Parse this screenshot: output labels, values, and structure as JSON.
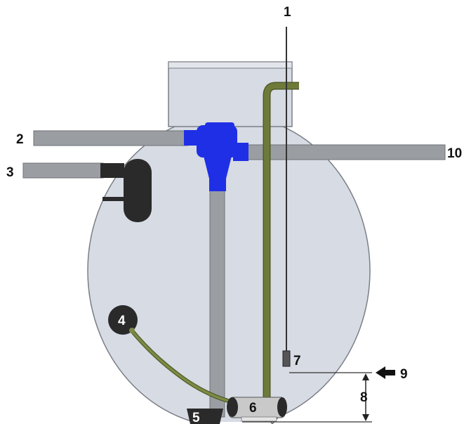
{
  "callouts": {
    "n1": "1",
    "n2": "2",
    "n3": "3",
    "n4": "4",
    "n5": "5",
    "n6": "6",
    "n7": "7",
    "n8": "8",
    "n9": "9",
    "n10": "10"
  },
  "colors": {
    "tank_fill": "#d6dbe4",
    "tank_outline": "#7b7f86",
    "pipe_gray": "#9a9da2",
    "tee_blue": "#1f2fe6",
    "hose_green": "#6e7a3a",
    "device_dark": "#2a2a2a",
    "pump_silver": "#c9c9c9"
  }
}
